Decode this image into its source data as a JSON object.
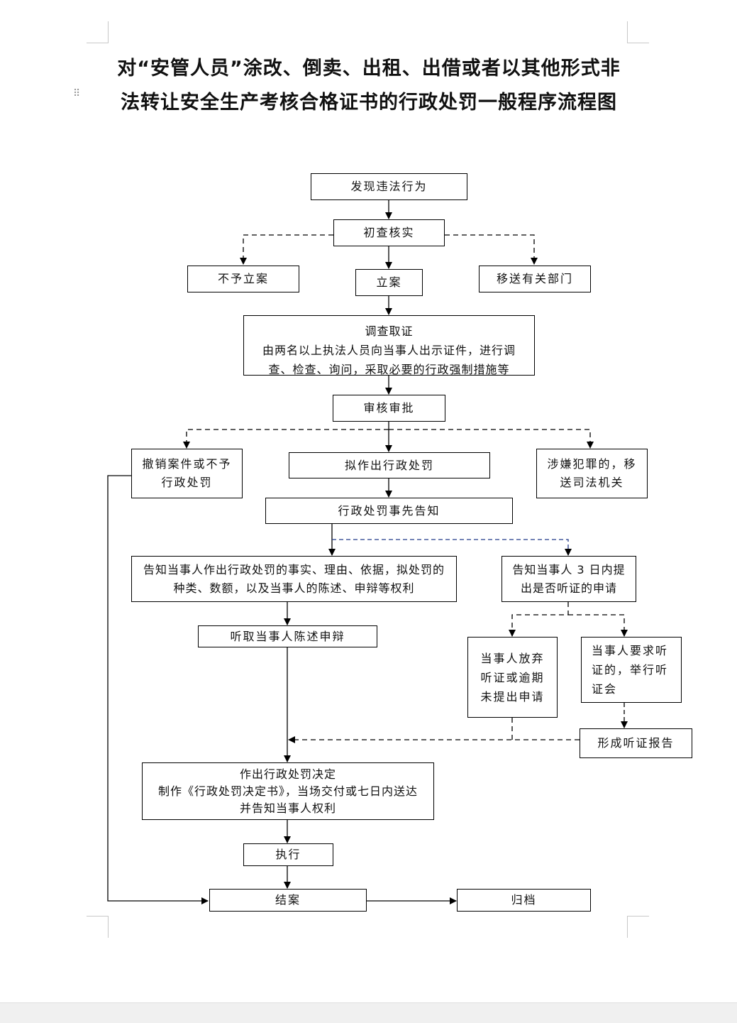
{
  "title": {
    "line1": "对“安管人员”涂改、倒卖、出租、出借或者以其他形式非",
    "line2": "法转让安全生产考核合格证书的行政处罚一般程序流程图"
  },
  "nodes": {
    "discover": "发现违法行为",
    "preliminary_check": "初查核实",
    "no_case": "不予立案",
    "file_case": "立案",
    "transfer_dept": "移送有关部门",
    "investigate": {
      "heading": "调查取证",
      "line1": "由两名以上执法人员向当事人出示证件，进行调",
      "line2": "查、检查、询问，采取必要的行政强制措施等"
    },
    "review": "审核审批",
    "revoke": {
      "line1": "撤销案件或不予",
      "line2": "行政处罚"
    },
    "propose_penalty": "拟作出行政处罚",
    "crime_transfer": {
      "line1": "涉嫌犯罪的，移",
      "line2": "送司法机关"
    },
    "prior_notice": "行政处罚事先告知",
    "notify_facts": {
      "line1": "告知当事人作出行政处罚的事实、理由、依据，拟处罚的",
      "line2": "种类、数额，以及当事人的陈述、申辩等权利"
    },
    "notify_hearing": {
      "line1": "告知当事人 3 日内提",
      "line2": "出是否听证的申请"
    },
    "hear_statement": "听取当事人陈述申辩",
    "waive_hearing": {
      "line1": "当事人放弃",
      "line2": "听证或逾期",
      "line3": "未提出申请"
    },
    "request_hearing": {
      "line1": "当事人要求听",
      "line2": "证的，举行听",
      "line3": "证会"
    },
    "hearing_report": "形成听证报告",
    "decision": {
      "line1": "作出行政处罚决定",
      "line2": "制作《行政处罚决定书》，当场交付或七日内送达",
      "line3": "并告知当事人权利"
    },
    "execute": "执行",
    "close_case": "结案",
    "archive": "归档"
  }
}
